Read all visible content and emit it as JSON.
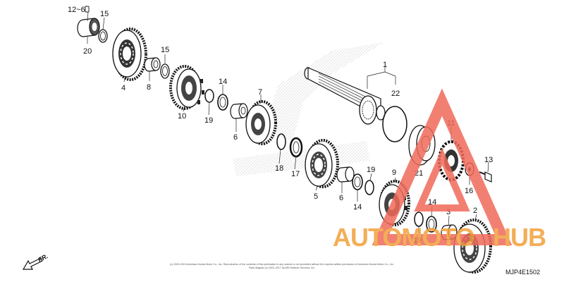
{
  "labels": {
    "l12_6": "12~6",
    "l15a": "15",
    "l20": "20",
    "l4": "4",
    "l8": "8",
    "l15b": "15",
    "l10": "10",
    "l19a": "19",
    "l14a": "14",
    "l6a": "6",
    "l7": "7",
    "l1": "1",
    "l22": "22",
    "l18": "18",
    "l17": "17",
    "l5": "5",
    "l6b": "6",
    "l19b": "19",
    "l14b": "14",
    "l9": "9",
    "l21": "21",
    "l11": "11",
    "l16": "16",
    "l13": "13",
    "l14c": "14",
    "l3": "3",
    "l2": "2",
    "l19c": "19"
  },
  "diagram_code": "MJP4E1502",
  "direction_label": "FR.",
  "copyright_line1": "(c) 2003-2015 American Honda Motor Co., Inc. Reproduction of the contents of this publication in any manner is not permitted without the express written permission of American Honda Motor Co., Inc.",
  "copyright_line2": "Parts diagram (c) 2001-2017 by ARI Network Services, Inc.",
  "watermark": {
    "brand_left": "AUTOMOTO",
    "brand_right": "HUB",
    "color": "#f2a03a",
    "triangle_color": "#f06a5a"
  },
  "colors": {
    "line": "#1a1a1a",
    "hatch": "#c8c8c8"
  }
}
